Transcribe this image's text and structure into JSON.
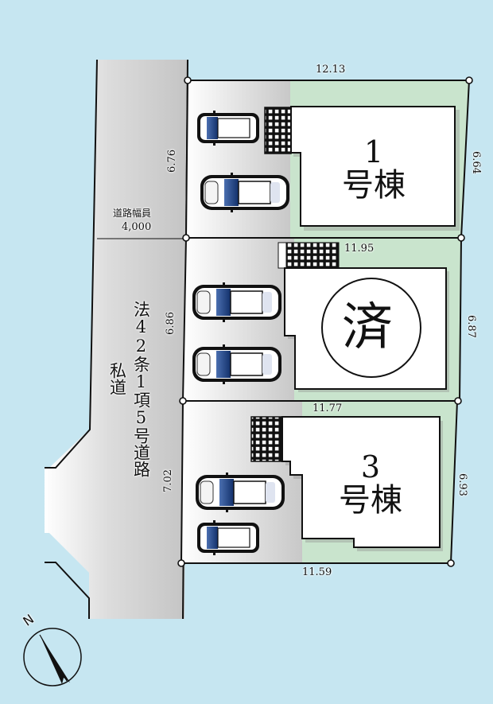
{
  "colors": {
    "background": "#c6e6f1",
    "road": "#c9c9c9",
    "garden": "#c9e4cd",
    "building": "#ffffff",
    "line": "#111111",
    "car_glass": "#1f3f7a"
  },
  "road": {
    "width_label": "道路幅員",
    "width_value": "4,000",
    "type_label": "法42条1項5号道路",
    "ownership_label": "私道"
  },
  "lots": [
    {
      "id": "lot-1",
      "building_number": "1",
      "building_suffix": "号棟",
      "top_length": "12.13",
      "left_length": "6.76",
      "right_length": "6.64",
      "parking_spaces": 2,
      "sold": false
    },
    {
      "id": "lot-2",
      "building_number": "",
      "sold_mark": "済",
      "top_length": "11.95",
      "left_length": "6.86",
      "right_length": "6.87",
      "parking_spaces": 2,
      "sold": true
    },
    {
      "id": "lot-3",
      "building_number": "3",
      "building_suffix": "号棟",
      "top_length": "11.77",
      "left_length": "7.02",
      "right_length": "6.93",
      "bottom_length": "11.59",
      "parking_spaces": 2,
      "sold": false
    }
  ],
  "compass": {
    "label": "N"
  }
}
